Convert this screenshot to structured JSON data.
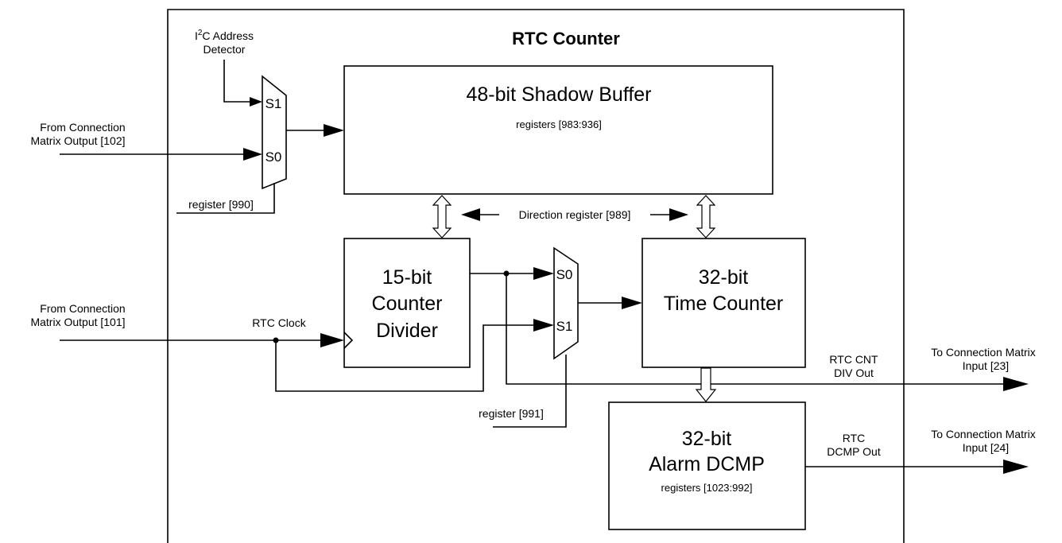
{
  "block": {
    "title": "RTC Counter"
  },
  "inputs": {
    "cm102_line1": "From Connection",
    "cm102_line2": "Matrix Output [102]",
    "cm101_line1": "From Connection",
    "cm101_line2": "Matrix Output [101]",
    "i2c_line1_pre": "I",
    "i2c_line1_sup": "2",
    "i2c_line1_post": "C Address",
    "i2c_line2": "Detector",
    "reg990": "register [990]",
    "reg991": "register [991]",
    "rtc_clock": "RTC Clock"
  },
  "mux_top": {
    "s1": "S1",
    "s0": "S0"
  },
  "mux_mid": {
    "s0": "S0",
    "s1": "S1"
  },
  "shadow": {
    "title": "48-bit Shadow Buffer",
    "sub": "registers [983:936]"
  },
  "direction": {
    "label": "Direction register [989]"
  },
  "divider": {
    "l1": "15-bit",
    "l2": "Counter",
    "l3": "Divider"
  },
  "time_counter": {
    "l1": "32-bit",
    "l2": "Time Counter"
  },
  "alarm": {
    "l1": "32-bit",
    "l2": "Alarm DCMP",
    "sub": "registers [1023:992]"
  },
  "outputs": {
    "div_l1": "RTC CNT",
    "div_l2": "DIV Out",
    "dcmp_l1": "RTC",
    "dcmp_l2": "DCMP Out",
    "cm23_l1": "To Connection Matrix",
    "cm23_l2": "Input [23]",
    "cm24_l1": "To Connection Matrix",
    "cm24_l2": "Input [24]"
  }
}
